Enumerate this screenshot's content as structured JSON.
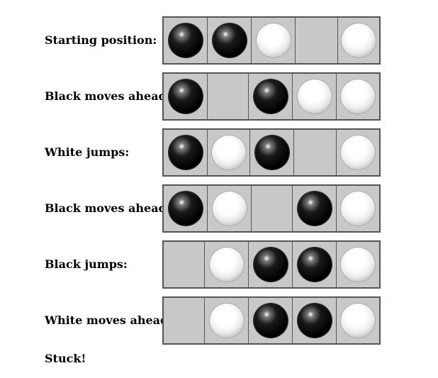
{
  "steps": [
    {
      "label": "Starting position:",
      "cells": [
        "black",
        "black",
        "white",
        "empty",
        "white"
      ]
    },
    {
      "label": "Black moves ahead:",
      "cells": [
        "black",
        "empty",
        "black",
        "white",
        "white"
      ]
    },
    {
      "label": "White jumps:",
      "cells": [
        "black",
        "white",
        "black",
        "empty",
        "white"
      ]
    },
    {
      "label": "Black moves ahead:",
      "cells": [
        "black",
        "white",
        "empty",
        "black",
        "white"
      ]
    },
    {
      "label": "Black jumps:",
      "cells": [
        "empty",
        "white",
        "black",
        "black",
        "white"
      ]
    },
    {
      "label": "White moves ahead:",
      "cells": [
        "empty",
        "white",
        "black",
        "black",
        "white"
      ]
    }
  ],
  "conclusion": "Stuck!"
}
